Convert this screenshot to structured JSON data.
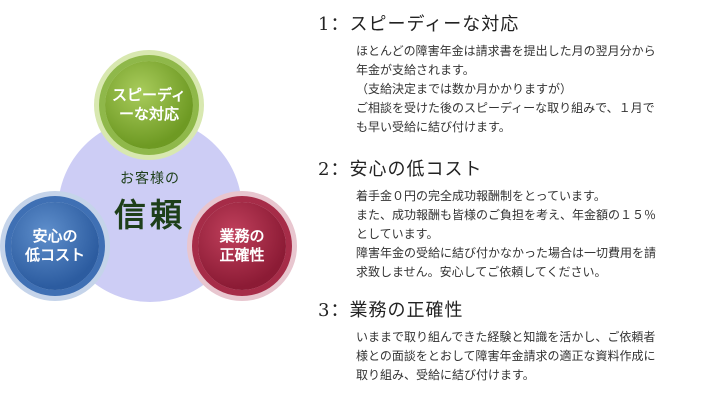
{
  "diagram": {
    "center": {
      "small": "お客様の",
      "big": "信頼"
    },
    "balls": [
      {
        "lines": [
          "スピーディ",
          "ーな対応"
        ],
        "color": "#7ba62f"
      },
      {
        "lines": [
          "安心の",
          "低コスト"
        ],
        "color": "#3566ab"
      },
      {
        "lines": [
          "業務の",
          "正確性"
        ],
        "color": "#9a2340"
      }
    ],
    "center_color": "#cdcdf5"
  },
  "items": [
    {
      "heading": "1：スピーディーな対応",
      "lines": [
        "ほとんどの障害年金は請求書を提出した月の翌月分から",
        "年金が支給されます。",
        "（支給決定までは数か月かかりますが）",
        "ご相談を受けた後のスピーディーな取り組みで、１月で",
        "も早い受給に結び付けます。"
      ]
    },
    {
      "heading": "2：安心の低コスト",
      "lines": [
        "着手金０円の完全成功報酬制をとっています。",
        "また、成功報酬も皆様のご負担を考え、年金額の１５％",
        "としています。",
        "障害年金の受給に結び付かなかった場合は一切費用を請",
        "求致しません。安心してご依頼してください。"
      ]
    },
    {
      "heading": "3：業務の正確性",
      "lines": [
        "いままで取り組んできた経験と知識を活かし、ご依頼者",
        "様との面談をとおして障害年金請求の適正な資料作成に",
        "取り組み、受給に結び付けます。"
      ]
    }
  ]
}
